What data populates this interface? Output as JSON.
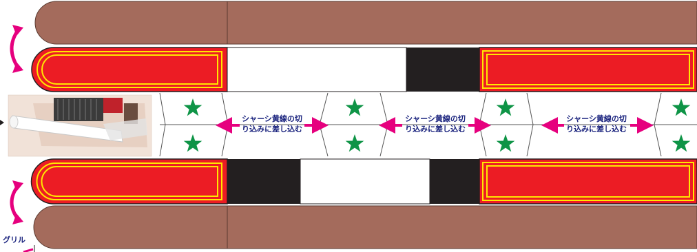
{
  "instructions": [
    {
      "line1": "シャーシ黄線の切",
      "line2": "り込みに差し込む"
    },
    {
      "line1": "シャーシ黄線の切",
      "line2": "り込みに差し込む"
    },
    {
      "line1": "シャーシ黄線の切",
      "line2": "り込みに差し込む"
    }
  ],
  "grill_label": "グリル",
  "colors": {
    "brown": "#a46b5c",
    "red": "#ec1c24",
    "yellow": "#ffe800",
    "black": "#231f20",
    "white": "#ffffff",
    "star_green": "#0e9446",
    "arrow_pink": "#e6007e",
    "text_navy": "#1a237e"
  },
  "icons": {
    "star": "star-icon",
    "bend_arrow": "curved-arrow-icon",
    "double_arrow": "double-arrow-icon",
    "pointer": "triangle-pointer-icon"
  }
}
